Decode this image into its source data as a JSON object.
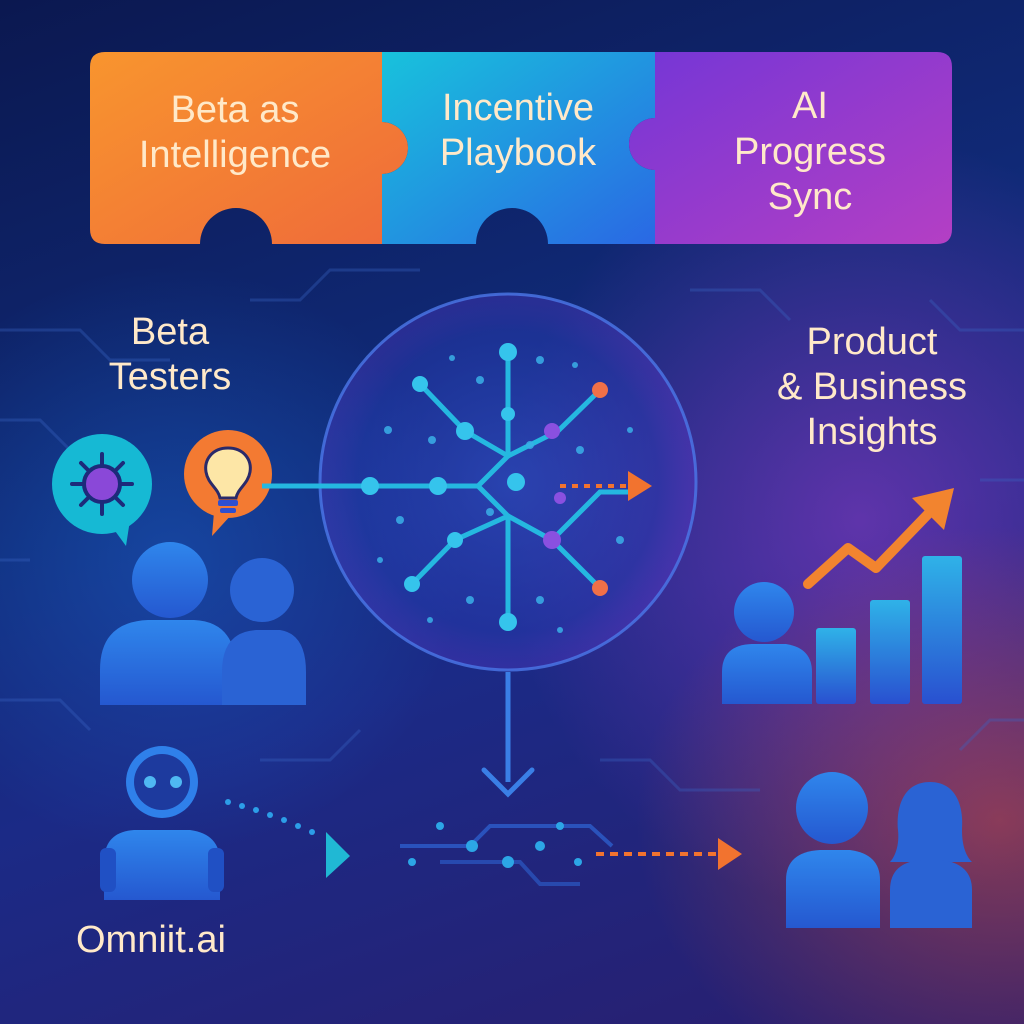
{
  "pieces": [
    {
      "label_line1": "Beta as",
      "label_line2": "Intelligence",
      "label_line3": "",
      "color_from": "#f58a32",
      "color_to": "#f26a3a"
    },
    {
      "label_line1": "Incentive",
      "label_line2": "Playbook",
      "label_line3": "",
      "color_from": "#15b8d8",
      "color_to": "#2d6fe6"
    },
    {
      "label_line1": "AI",
      "label_line2": "Progress",
      "label_line3": "Sync",
      "color_from": "#7b3ad6",
      "color_to": "#b03fc8"
    }
  ],
  "left_group": {
    "title_line1": "Beta",
    "title_line2": "Testers",
    "icons": [
      "bug-icon",
      "lightbulb-icon"
    ]
  },
  "right_group": {
    "title_line1": "Product",
    "title_line2": "& Business",
    "title_line3": "Insights",
    "chart": {
      "bars": [
        0.35,
        0.6,
        0.95
      ],
      "trend": "up"
    }
  },
  "brand": {
    "name": "Omniit.ai",
    "icon": "robot-icon"
  },
  "hub": {
    "icon": "neural-network-icon"
  },
  "colors": {
    "text": "#ffe9c9",
    "orange": "#f2732f",
    "teal": "#21c6d6",
    "blue": "#2f6fe0",
    "purple": "#8a3fd0"
  }
}
